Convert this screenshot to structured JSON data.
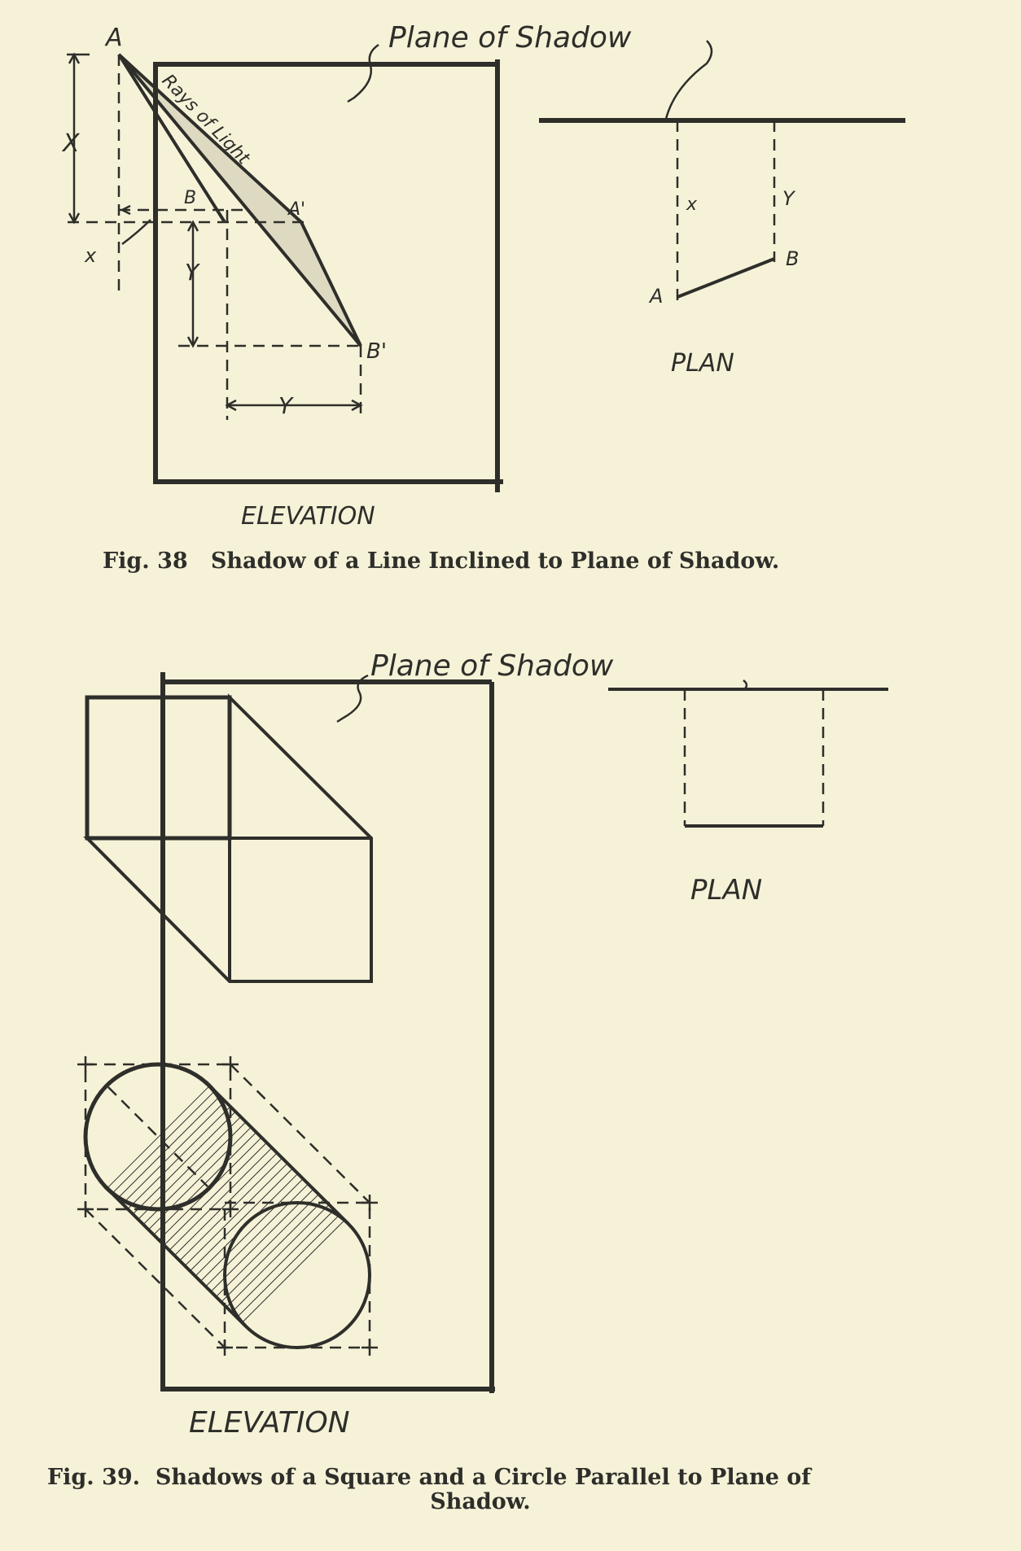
{
  "fig38": {
    "plane_label": "Plane of Shadow",
    "rays_label": "Rays of Light",
    "point_a": "A",
    "point_a_prime": "A'",
    "point_b": "B",
    "point_b_prime": "B'",
    "dim_x_large": "X",
    "dim_x_small": "x",
    "dim_y_vertical": "Y",
    "dim_y_horizontal": "Y",
    "elevation_label": "ELEVATION",
    "plan_label": "PLAN",
    "plan_x": "x",
    "plan_y": "Y",
    "plan_a": "A",
    "plan_b": "B",
    "caption": "Fig. 38   Shadow of a Line Inclined to Plane of Shadow."
  },
  "fig39": {
    "plane_label": "Plane of Shadow",
    "elevation_label": "ELEVATION",
    "plan_label": "PLAN",
    "caption_line1": "Fig. 39.  Shadows of a Square and a Circle Parallel to Plane of",
    "caption_line2": "Shadow."
  },
  "colors": {
    "paper": "#f6f2d8",
    "ink": "#2e2e2a"
  }
}
